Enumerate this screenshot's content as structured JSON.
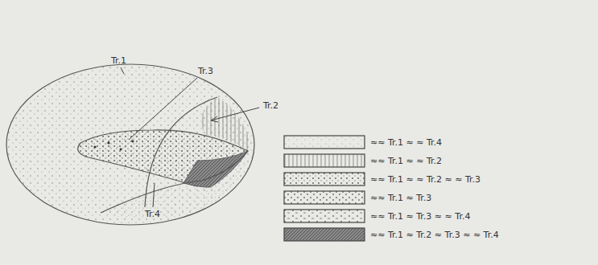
{
  "diagram": {
    "labels": [
      "Tr.1",
      "Tr.3",
      "Tr.2",
      "Tr.4"
    ],
    "legend": [
      {
        "text": "≈≈ Tr.1 ≈ ≈ Tr.4"
      },
      {
        "text": "≈≈ Tr.1 ≈ ≈ Tr.2"
      },
      {
        "text": "≈≈ Tr.1 ≈ ≈ Tr.2 ≈ ≈ Tr.3"
      },
      {
        "text": "≈≈ Tr.1 ≈ Tr.3"
      },
      {
        "text": "≈≈ Tr.1 ≈ Tr.3 ≈ ≈ Tr.4"
      },
      {
        "text": "≈≈ Tr.1 ≈ Tr.2 ≈ Tr.3 ≈ ≈ Tr.4"
      }
    ]
  }
}
